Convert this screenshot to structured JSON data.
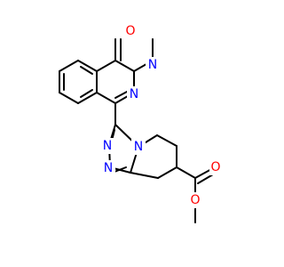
{
  "molecule": {
    "colors": {
      "bond": "#000000",
      "oxygen": "#ff0000",
      "nitrogen": "#0000ff",
      "background": "#ffffff"
    },
    "labels": {
      "o_ketone": "O",
      "n_ethyl": "N",
      "n_azo": "N",
      "n_triazole_left_top": "N",
      "n_triazole_left_bottom": "N",
      "n_bridge": "N",
      "o_carbonyl": "O",
      "o_ester": "O"
    }
  }
}
